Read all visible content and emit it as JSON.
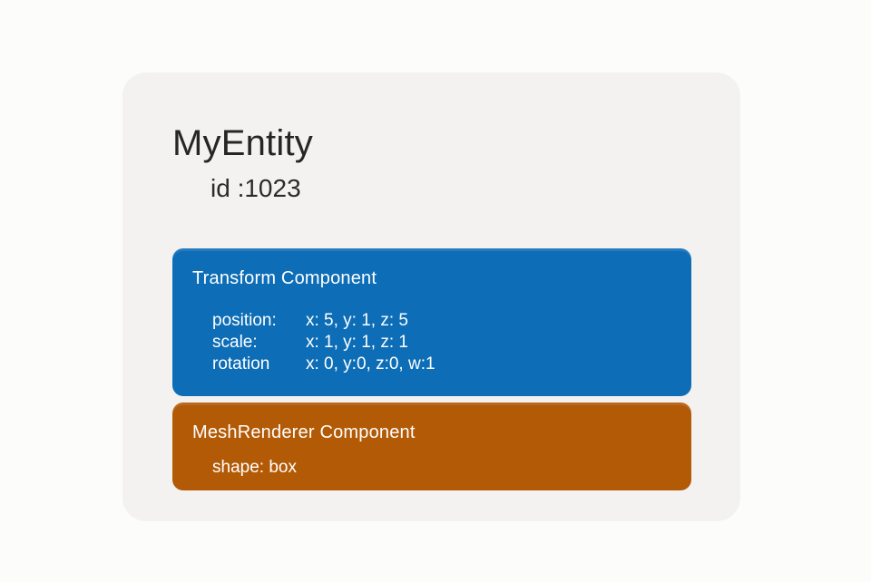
{
  "page": {
    "background": "#fcfcfb"
  },
  "card": {
    "background": "#f4f2f1"
  },
  "entity": {
    "title": "MyEntity",
    "id_text": "id :1023"
  },
  "components": [
    {
      "key": "transform",
      "title": "Transform Component",
      "color": "#0d6db6",
      "text_color": "#ffffff",
      "properties": [
        {
          "label": "position:",
          "value": "x: 5, y: 1, z: 5"
        },
        {
          "label": "scale:",
          "value": "x: 1, y: 1, z: 1"
        },
        {
          "label": "rotation",
          "value": "x: 0, y:0, z:0, w:1"
        }
      ]
    },
    {
      "key": "meshrenderer",
      "title": "MeshRenderer Component",
      "color": "#b35a06",
      "text_color": "#ffffff",
      "properties": [
        {
          "label": "",
          "value": "shape: box"
        }
      ]
    }
  ]
}
